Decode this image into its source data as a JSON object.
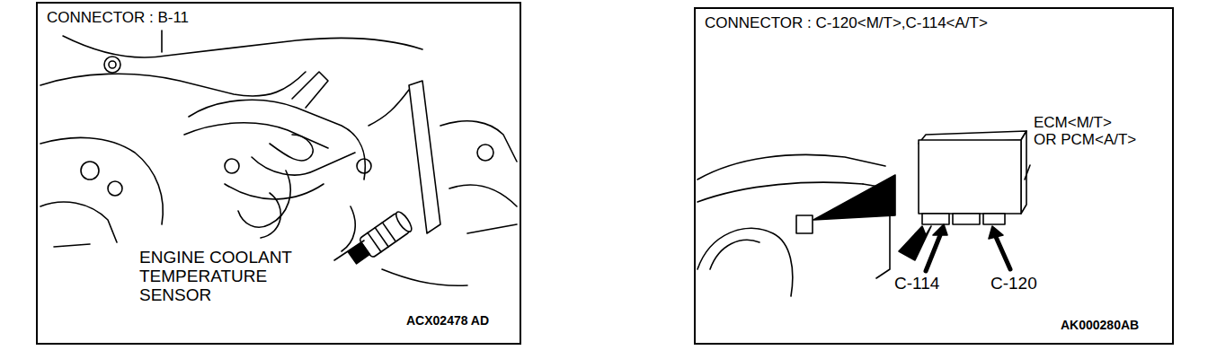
{
  "diagram": {
    "nodes": [
      {
        "text": [
          "CONNECTOR : B-11"
        ]
      },
      {
        "text": [
          "CONNECTOR : C-120<M/T>,C-114<A/T>"
        ]
      }
    ],
    "labels": [
      "ENGINE COOLANT TEMPERATURE SENSOR",
      "ACX02478 AD",
      "ECM<M/T> OR PCM<A/T>",
      "C-114",
      "C-120",
      "AK000280AB"
    ]
  }
}
